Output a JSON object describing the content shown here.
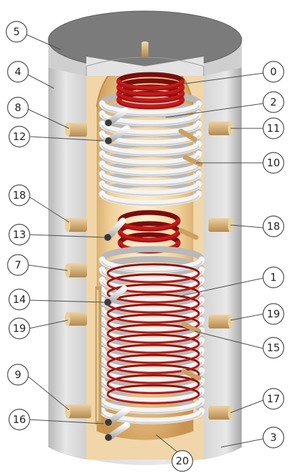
{
  "callouts": {
    "c0": "0",
    "c1": "1",
    "c2": "2",
    "c3": "3",
    "c4": "4",
    "c5": "5",
    "c7": "7",
    "c8": "8",
    "c9": "9",
    "c10": "10",
    "c11": "11",
    "c12": "12",
    "c13": "13",
    "c14": "14",
    "c15": "15",
    "c16": "16",
    "c17": "17",
    "c18l": "18",
    "c18r": "18",
    "c19l": "19",
    "c19r": "19",
    "c20": "20"
  },
  "colors": {
    "insulation": "#e4e4e4",
    "insulation_shadow": "#bdbdbd",
    "lid_top": "#7a7a7a",
    "tank_interior": "#e9c48c",
    "tank_glow": "#fbe7c0",
    "coil_white": "#f4f4f4",
    "coil_red": "#c41a1a",
    "fitting": "#d7b27a"
  }
}
